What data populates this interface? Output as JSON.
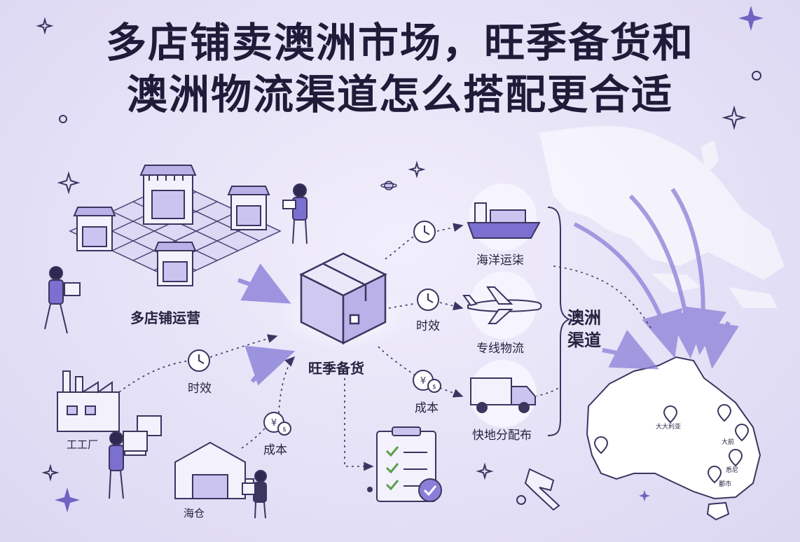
{
  "title": {
    "line1": "多店铺卖澳洲市场，旺季备货和",
    "line2": "澳洲物流渠道怎么搭配更合适"
  },
  "labels": {
    "multi_store": "多店铺运营",
    "peak_stock": "旺季备货",
    "factory": "工工厂",
    "warehouse": "海仓",
    "time_left": "时效",
    "cost_left": "成本",
    "time_mid": "时效",
    "cost_mid": "成本",
    "sea_freight": "海洋运柒",
    "air_line": "专线物流",
    "express": "快地分配布",
    "channel": "澳洲\n渠道"
  },
  "cities": {
    "c1": "大大利亚",
    "c2": "大前",
    "c3": "悉尼",
    "c4": "鄱市"
  },
  "colors": {
    "background": "#e6e2f7",
    "line": "#3b3560",
    "accent": "#7b6fd0",
    "land": "#ffffff"
  }
}
